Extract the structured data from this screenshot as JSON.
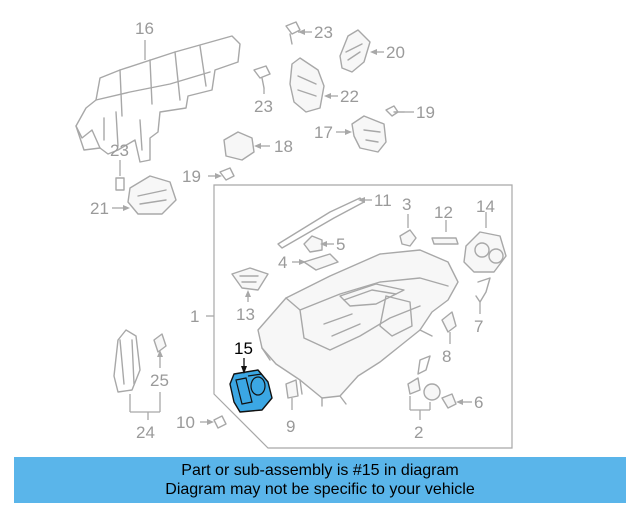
{
  "callouts": [
    "1",
    "2",
    "3",
    "4",
    "5",
    "6",
    "7",
    "8",
    "9",
    "10",
    "11",
    "12",
    "13",
    "14",
    "15",
    "16",
    "17",
    "18",
    "19",
    "19",
    "20",
    "21",
    "22",
    "23",
    "23",
    "23",
    "24",
    "25"
  ],
  "highlight": {
    "part": "15",
    "color": "#3ba7e4"
  },
  "footer": {
    "line1": "Part or sub-assembly is #15 in diagram",
    "line2": "Diagram may not be specific to your vehicle",
    "bg": "#5ab5ea"
  }
}
